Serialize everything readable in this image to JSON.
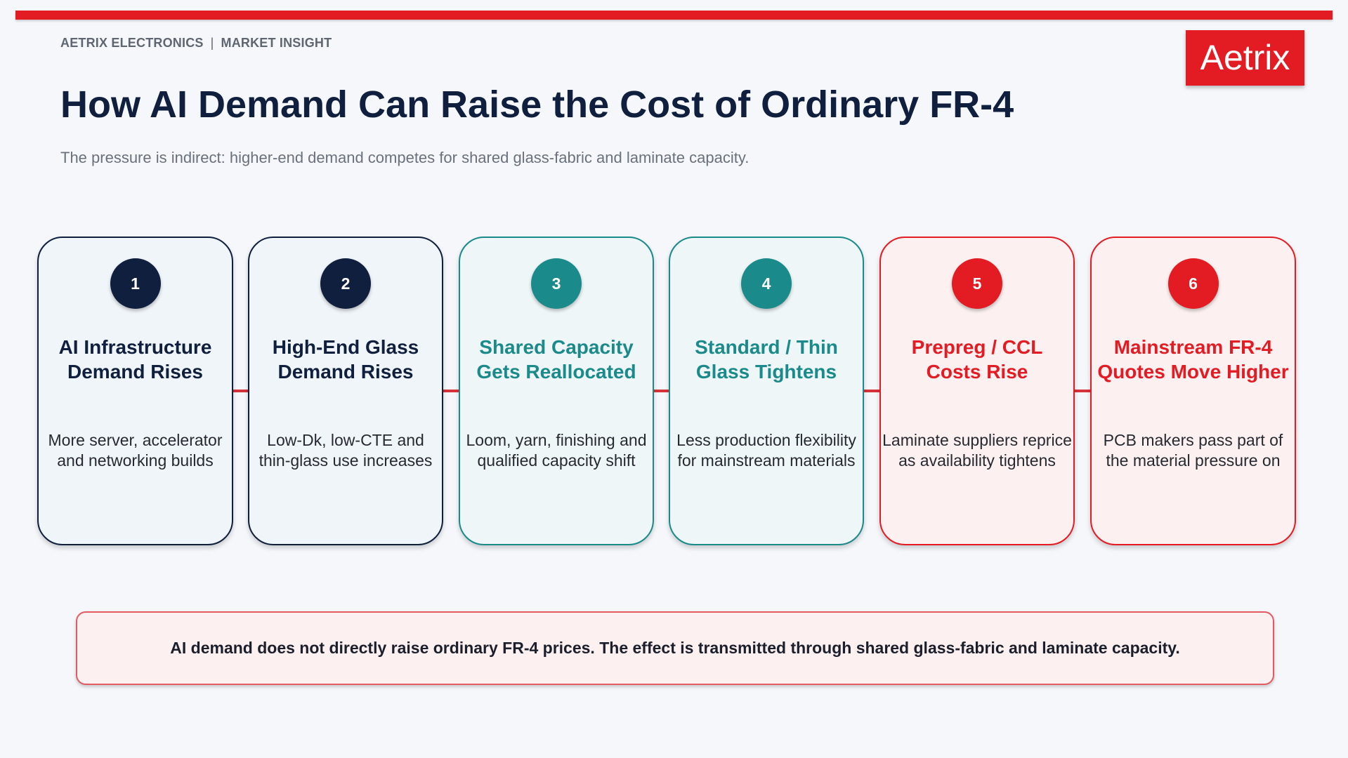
{
  "header": {
    "brand": "AETRIX ELECTRONICS",
    "separator": "|",
    "section": "MARKET INSIGHT",
    "logo_text": "Aetrix",
    "title": "How AI Demand Can Raise the Cost of Ordinary FR-4",
    "subtitle": "The pressure is indirect: higher-end demand competes for shared glass-fabric and laminate capacity."
  },
  "steps": [
    {
      "number": "1",
      "title_lines": [
        "AI Infrastructure",
        "Demand Rises"
      ],
      "desc_lines": [
        "More server, accelerator",
        "and networking builds"
      ],
      "theme": "navy"
    },
    {
      "number": "2",
      "title_lines": [
        "High-End Glass",
        "Demand Rises"
      ],
      "desc_lines": [
        "Low-Dk, low-CTE and",
        "thin-glass use increases"
      ],
      "theme": "navy"
    },
    {
      "number": "3",
      "title_lines": [
        "Shared Capacity",
        "Gets Reallocated"
      ],
      "desc_lines": [
        "Loom, yarn, finishing and",
        "qualified capacity shift"
      ],
      "theme": "teal"
    },
    {
      "number": "4",
      "title_lines": [
        "Standard / Thin",
        "Glass Tightens"
      ],
      "desc_lines": [
        "Less production flexibility",
        "for mainstream materials"
      ],
      "theme": "teal"
    },
    {
      "number": "5",
      "title_lines": [
        "Prepreg / CCL",
        "Costs Rise"
      ],
      "desc_lines": [
        "Laminate suppliers reprice",
        "as availability tightens"
      ],
      "theme": "red"
    },
    {
      "number": "6",
      "title_lines": [
        "Mainstream FR-4",
        "Quotes Move Higher"
      ],
      "desc_lines": [
        "PCB makers pass part of",
        "the material pressure on"
      ],
      "theme": "red"
    }
  ],
  "note": "AI demand does not directly raise ordinary FR-4 prices. The effect is transmitted through shared glass-fabric and laminate capacity.",
  "colors": {
    "accent_red": "#e31b23",
    "navy": "#0f1f3d",
    "teal": "#1a8a8a"
  }
}
